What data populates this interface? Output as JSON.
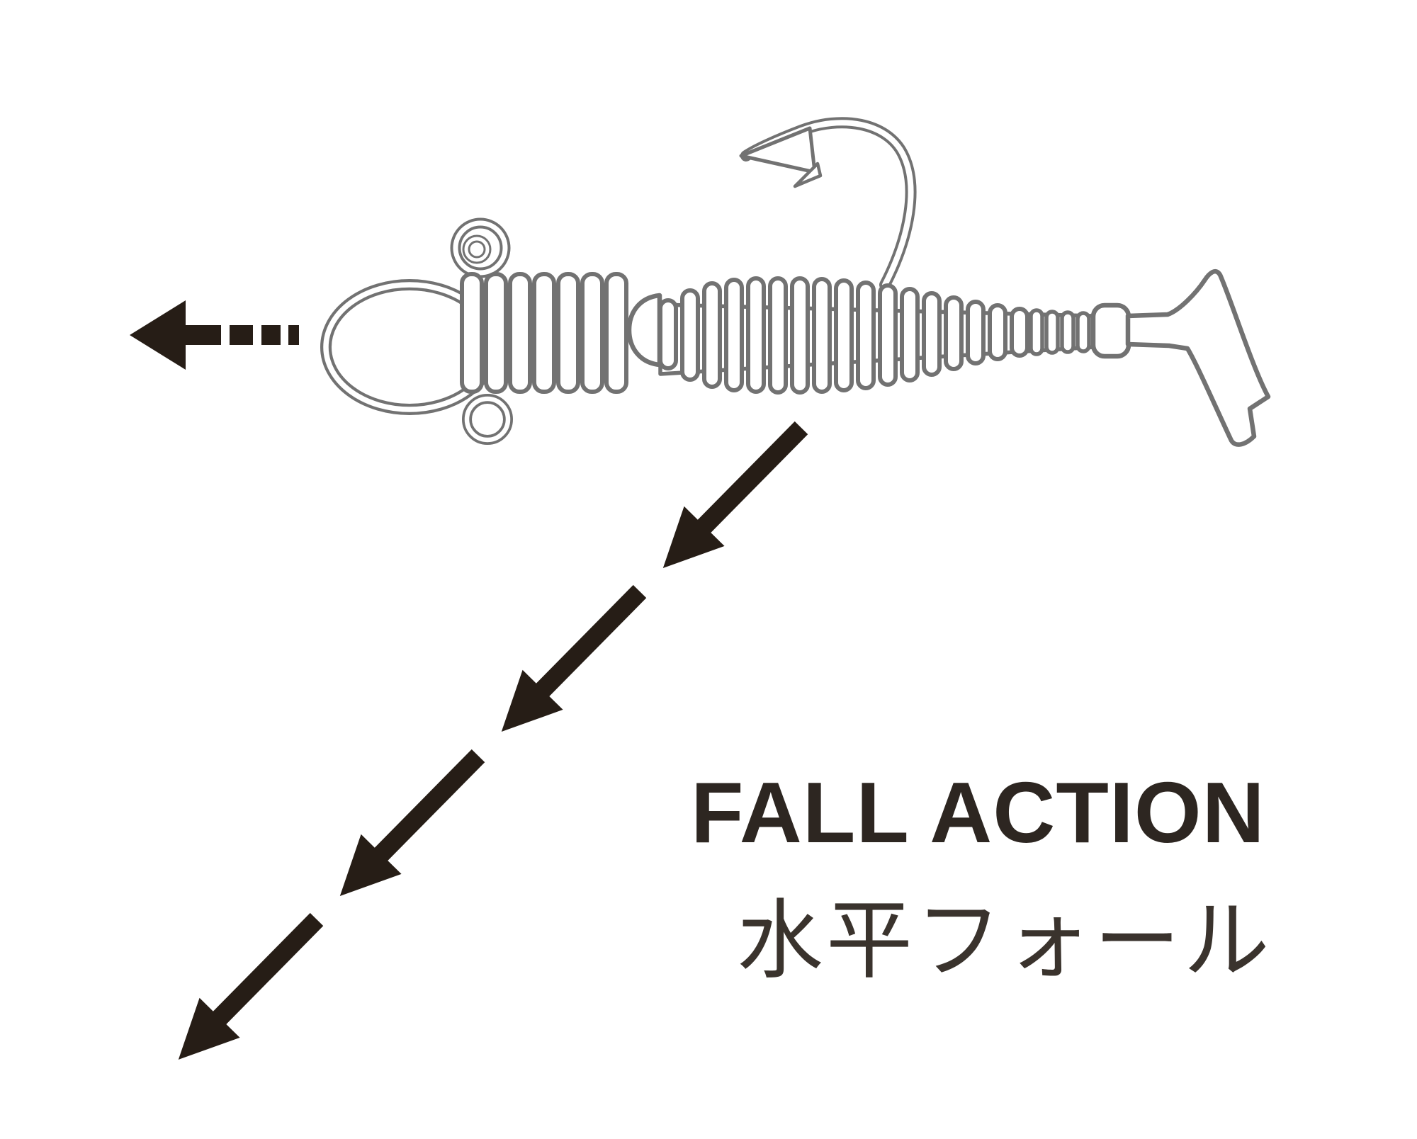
{
  "page": {
    "background": "#ffffff"
  },
  "captions": {
    "en": "FALL ACTION",
    "jp": "水平フォール"
  },
  "colors": {
    "arrow_ink": "#261d16",
    "caption_en": "#2d2621",
    "caption_jp": "#3a332d",
    "lure_outline": "#727272",
    "lure_fill": "#ffffff"
  },
  "figure": {
    "subject": "jighead-swimbait-lure",
    "dashed_arrow_count": 1,
    "solid_arrow_count": 4,
    "dashed_arrow_direction": "left",
    "solid_arrow_direction": "down-left"
  }
}
